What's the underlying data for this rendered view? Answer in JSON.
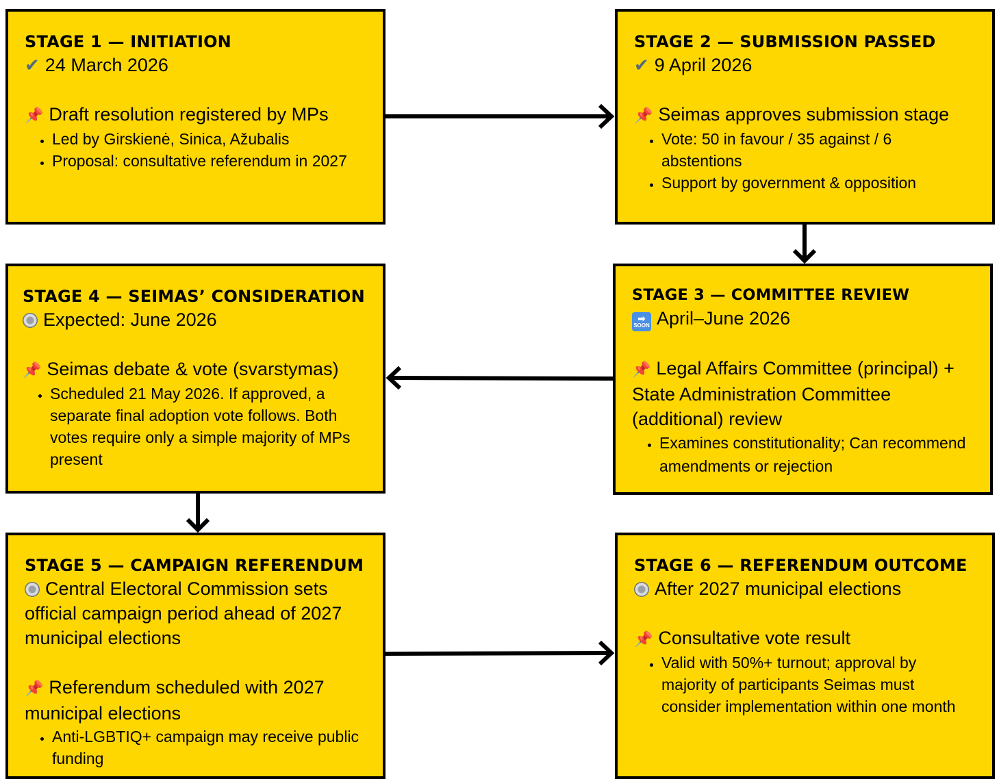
{
  "stages": [
    {
      "title": "STAGE 1 — INITIATION",
      "status_icon": "check-icon",
      "status": "24 March 2026",
      "heading": "Draft resolution registered by MPs",
      "bullets": [
        "Led by Girskienė, Sinica, Ažubalis",
        "Proposal: consultative referendum in 2027"
      ]
    },
    {
      "title": "STAGE 2 — SUBMISSION PASSED",
      "status_icon": "check-icon",
      "status": "9 April 2026",
      "heading": "Seimas approves submission stage",
      "bullets": [
        "Vote: 50 in favour / 35 against / 6 abstentions",
        "Support by government & opposition"
      ]
    },
    {
      "title": "STAGE 3 — COMMITTEE REVIEW",
      "status_icon": "soon-arrow-icon",
      "status": "April–June 2026",
      "heading": "Legal Affairs Committee (principal) + State Administration Committee (additional) review",
      "bullets": [
        "Examines constitutionality; Can recommend amendments or rejection"
      ]
    },
    {
      "title": "STAGE 4 — SEIMAS’ CONSIDERATION",
      "status_icon": "radio-button-icon",
      "status": "Expected: June 2026",
      "heading": "Seimas debate & vote (svarstymas)",
      "bullets": [
        "Scheduled 21 May 2026. If approved, a separate final adoption vote follows. Both votes require only a simple majority of MPs present"
      ]
    },
    {
      "title": "STAGE 5 — CAMPAIGN REFERENDUM",
      "status_icon": "radio-button-icon",
      "status": "Central Electoral Commission sets official campaign period ahead of 2027 municipal elections",
      "heading": "Referendum scheduled with 2027 municipal elections",
      "bullets": [
        "Anti-LGBTIQ+ campaign may receive public funding"
      ]
    },
    {
      "title": "STAGE 6 — REFERENDUM OUTCOME",
      "status_icon": "radio-button-icon",
      "status": "After 2027 municipal elections",
      "heading": "Consultative vote result",
      "bullets": [
        "Valid with 50%+ turnout; approval by majority of participants Seimas must consider implementation within one month"
      ]
    }
  ],
  "soon_icon_text": "SOON",
  "colors": {
    "box": "#FFD700",
    "border": "#000000",
    "pin": "#d0202a"
  }
}
